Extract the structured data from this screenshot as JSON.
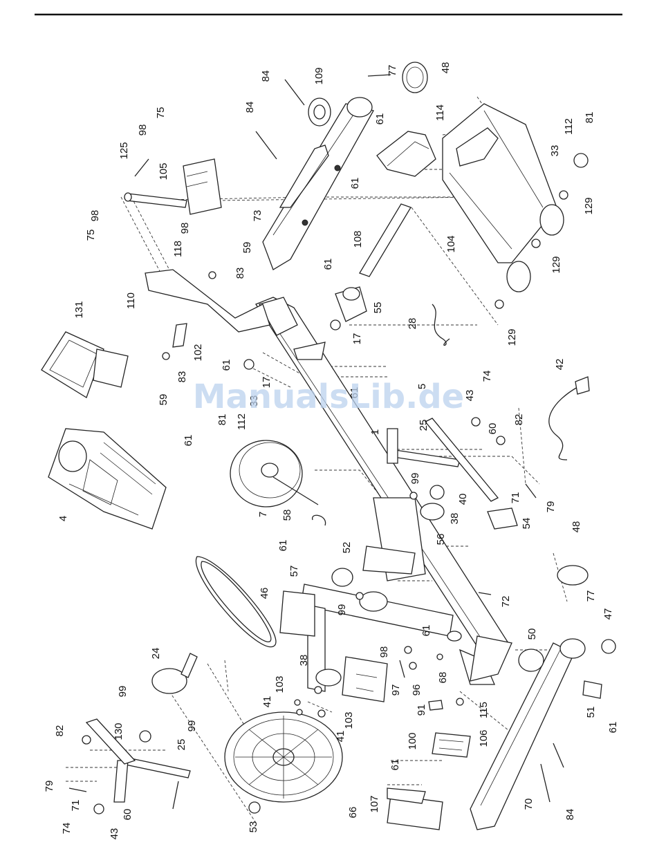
{
  "watermark": "ManualsLib.de",
  "labels": [
    {
      "id": "l1",
      "text": "84"
    },
    {
      "id": "l2",
      "text": "109"
    },
    {
      "id": "l3",
      "text": "77"
    },
    {
      "id": "l4",
      "text": "48"
    },
    {
      "id": "l5",
      "text": "84"
    },
    {
      "id": "l6",
      "text": "61"
    },
    {
      "id": "l7",
      "text": "114"
    },
    {
      "id": "l8",
      "text": "61"
    },
    {
      "id": "l9",
      "text": "75"
    },
    {
      "id": "l10",
      "text": "98"
    },
    {
      "id": "l11",
      "text": "125"
    },
    {
      "id": "l12",
      "text": "105"
    },
    {
      "id": "l13",
      "text": "112"
    },
    {
      "id": "l14",
      "text": "81"
    },
    {
      "id": "l15",
      "text": "33"
    },
    {
      "id": "l16",
      "text": "129"
    },
    {
      "id": "l17",
      "text": "75"
    },
    {
      "id": "l18",
      "text": "98"
    },
    {
      "id": "l19",
      "text": "98"
    },
    {
      "id": "l20",
      "text": "118"
    },
    {
      "id": "l21",
      "text": "73"
    },
    {
      "id": "l22",
      "text": "59"
    },
    {
      "id": "l23",
      "text": "83"
    },
    {
      "id": "l24",
      "text": "108"
    },
    {
      "id": "l25",
      "text": "104"
    },
    {
      "id": "l26",
      "text": "129"
    },
    {
      "id": "l27",
      "text": "61"
    },
    {
      "id": "l28",
      "text": "131"
    },
    {
      "id": "l29",
      "text": "110"
    },
    {
      "id": "l30",
      "text": "55"
    },
    {
      "id": "l31",
      "text": "28"
    },
    {
      "id": "l32",
      "text": "17"
    },
    {
      "id": "l33",
      "text": "129"
    },
    {
      "id": "l34",
      "text": "102"
    },
    {
      "id": "l35",
      "text": "61"
    },
    {
      "id": "l36",
      "text": "83"
    },
    {
      "id": "l37",
      "text": "17"
    },
    {
      "id": "l38",
      "text": "59"
    },
    {
      "id": "l39",
      "text": "5"
    },
    {
      "id": "l40",
      "text": "61"
    },
    {
      "id": "l41",
      "text": "33"
    },
    {
      "id": "l42",
      "text": "112"
    },
    {
      "id": "l43",
      "text": "81"
    },
    {
      "id": "l44",
      "text": "42"
    },
    {
      "id": "l45",
      "text": "43"
    },
    {
      "id": "l46",
      "text": "74"
    },
    {
      "id": "l47",
      "text": "1"
    },
    {
      "id": "l48",
      "text": "25"
    },
    {
      "id": "l49",
      "text": "60"
    },
    {
      "id": "l50",
      "text": "82"
    },
    {
      "id": "l51",
      "text": "61"
    },
    {
      "id": "l52",
      "text": "4"
    },
    {
      "id": "l53",
      "text": "99"
    },
    {
      "id": "l54",
      "text": "40"
    },
    {
      "id": "l55",
      "text": "71"
    },
    {
      "id": "l56",
      "text": "79"
    },
    {
      "id": "l57",
      "text": "7"
    },
    {
      "id": "l58",
      "text": "38"
    },
    {
      "id": "l59",
      "text": "58"
    },
    {
      "id": "l60",
      "text": "54"
    },
    {
      "id": "l61",
      "text": "56"
    },
    {
      "id": "l62",
      "text": "61"
    },
    {
      "id": "l63",
      "text": "57"
    },
    {
      "id": "l64",
      "text": "52"
    },
    {
      "id": "l65",
      "text": "48"
    },
    {
      "id": "l66",
      "text": "46"
    },
    {
      "id": "l67",
      "text": "99"
    },
    {
      "id": "l68",
      "text": "72"
    },
    {
      "id": "l69",
      "text": "61"
    },
    {
      "id": "l70",
      "text": "77"
    },
    {
      "id": "l71",
      "text": "47"
    },
    {
      "id": "l72",
      "text": "50"
    },
    {
      "id": "l73",
      "text": "38"
    },
    {
      "id": "l74",
      "text": "98"
    },
    {
      "id": "l75",
      "text": "24"
    },
    {
      "id": "l76",
      "text": "68"
    },
    {
      "id": "l77",
      "text": "97"
    },
    {
      "id": "l78",
      "text": "96"
    },
    {
      "id": "l79",
      "text": "51"
    },
    {
      "id": "l80",
      "text": "99"
    },
    {
      "id": "l81",
      "text": "103"
    },
    {
      "id": "l82",
      "text": "41"
    },
    {
      "id": "l83",
      "text": "91"
    },
    {
      "id": "l84",
      "text": "115"
    },
    {
      "id": "l85",
      "text": "61"
    },
    {
      "id": "l86",
      "text": "103"
    },
    {
      "id": "l87",
      "text": "130"
    },
    {
      "id": "l88",
      "text": "99"
    },
    {
      "id": "l89",
      "text": "82"
    },
    {
      "id": "l90",
      "text": "41"
    },
    {
      "id": "l91",
      "text": "106"
    },
    {
      "id": "l92",
      "text": "100"
    },
    {
      "id": "l93",
      "text": "61"
    },
    {
      "id": "l94",
      "text": "25"
    },
    {
      "id": "l95",
      "text": "79"
    },
    {
      "id": "l96",
      "text": "71"
    },
    {
      "id": "l97",
      "text": "60"
    },
    {
      "id": "l98",
      "text": "74"
    },
    {
      "id": "l99",
      "text": "43"
    },
    {
      "id": "l100",
      "text": "53"
    },
    {
      "id": "l101",
      "text": "66"
    },
    {
      "id": "l102",
      "text": "107"
    },
    {
      "id": "l103",
      "text": "70"
    },
    {
      "id": "l104",
      "text": "84"
    }
  ]
}
